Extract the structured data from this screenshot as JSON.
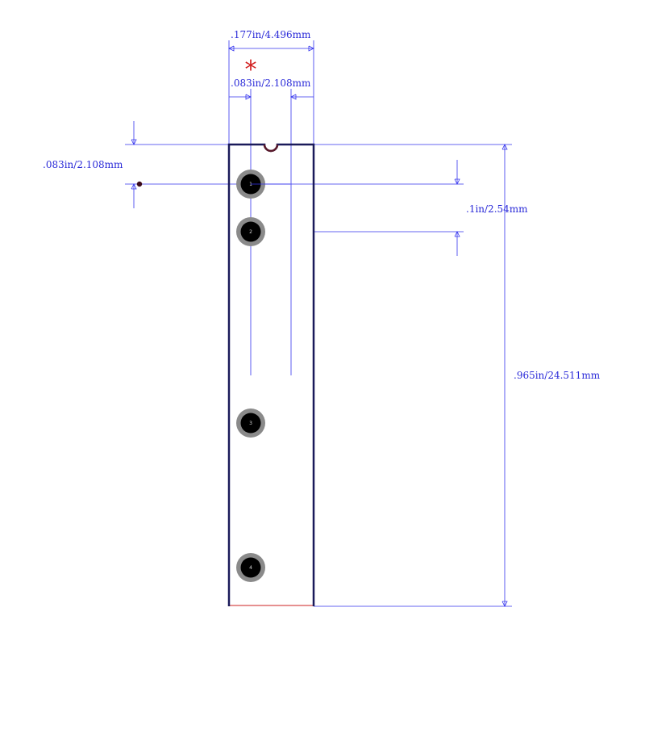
{
  "dimensions": {
    "overall_width": ".177in/4.496mm",
    "pin_offset_x": ".083in/2.108mm",
    "pin_offset_y": ".083in/2.108mm",
    "pin_pitch": ".1in/2.54mm",
    "overall_height": ".965in/24.511mm"
  },
  "marker": {
    "symbol": "*"
  },
  "pads": [
    {
      "number": "1"
    },
    {
      "number": "2"
    },
    {
      "number": "3"
    },
    {
      "number": "4"
    }
  ],
  "colors": {
    "dimension": "#3333ee",
    "outline": "#1a1a5a",
    "marker": "#d22020",
    "pad_ring": "#8a8a8a",
    "pad_hole": "#000000"
  }
}
